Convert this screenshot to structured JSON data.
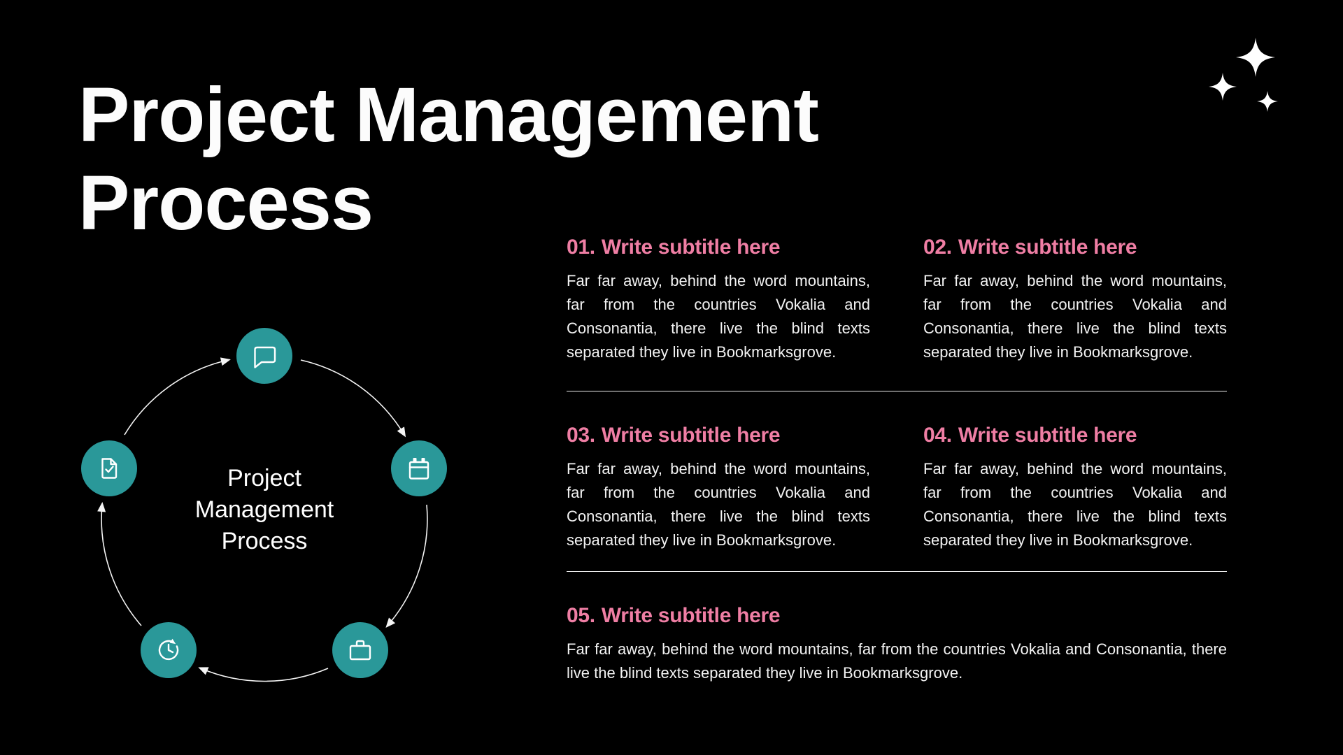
{
  "slide": {
    "title": "Project Management Process",
    "diagram": {
      "center_label": "Project Management Process",
      "node_icons": [
        "chat-icon",
        "calendar-icon",
        "briefcase-icon",
        "clock-refresh-icon",
        "document-check-icon"
      ]
    },
    "sections": [
      {
        "number": "01.",
        "heading": "Write subtitle here",
        "body": "Far far away, behind the word mountains, far from the countries Vokalia and Consonantia, there live the blind texts separated they live in Bookmarksgrove."
      },
      {
        "number": "02.",
        "heading": "Write subtitle here",
        "body": "Far far away, behind the word mountains, far from the countries Vokalia and Consonantia, there live the blind texts separated they live in Bookmarksgrove."
      },
      {
        "number": "03.",
        "heading": "Write subtitle here",
        "body": "Far far away, behind the word mountains, far from the countries Vokalia and Consonantia, there live the blind texts separated they live in Bookmarksgrove."
      },
      {
        "number": "04.",
        "heading": "Write subtitle here",
        "body": "Far far away, behind the word mountains, far from the countries Vokalia and Consonantia, there live the blind texts separated they live in Bookmarksgrove."
      },
      {
        "number": "05.",
        "heading": "Write subtitle here",
        "body": "Far far away, behind the word mountains, far from the countries Vokalia and Consonantia, there live the blind texts separated they live in Bookmarksgrove."
      }
    ],
    "colors": {
      "background": "#000000",
      "accent_teal": "#2a9899",
      "accent_pink": "#ef7ea4",
      "text": "#f3f3f3"
    }
  }
}
